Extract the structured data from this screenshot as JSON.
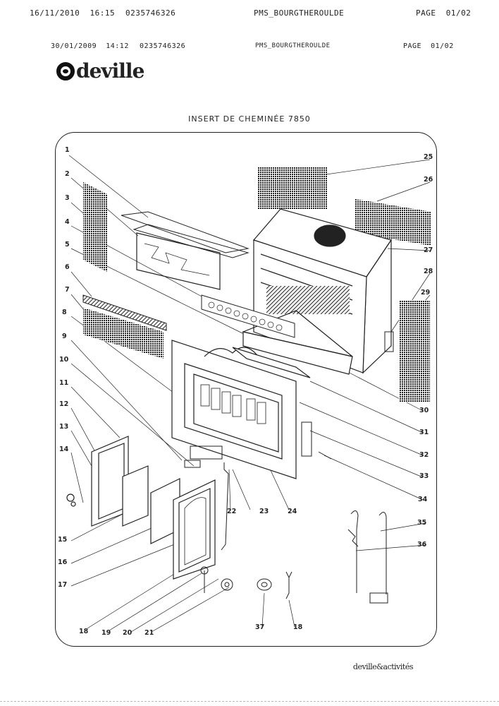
{
  "fax_header_1": {
    "datetime": "16/11/2010  16:15",
    "number": "0235746326",
    "sender": "PMS_BOURGTHEROULDE",
    "page": "PAGE  01/02"
  },
  "fax_header_2": {
    "datetime": "30/01/2009  14:12",
    "number": "0235746326",
    "sender": "PMS_BOURGTHEROULDE",
    "page": "PAGE  01/02"
  },
  "brand": {
    "logo_text": "deville"
  },
  "title": "INSERT DE CHEMINÉE 7850",
  "part_numbers": [
    "1",
    "2",
    "3",
    "4",
    "5",
    "6",
    "7",
    "8",
    "9",
    "10",
    "11",
    "12",
    "13",
    "14",
    "15",
    "16",
    "17",
    "18",
    "19",
    "20",
    "21",
    "22",
    "23",
    "24",
    "25",
    "26",
    "27",
    "28",
    "29",
    "30",
    "31",
    "32",
    "33",
    "34",
    "35",
    "36",
    "37",
    "18"
  ],
  "footer": "deville&activités"
}
